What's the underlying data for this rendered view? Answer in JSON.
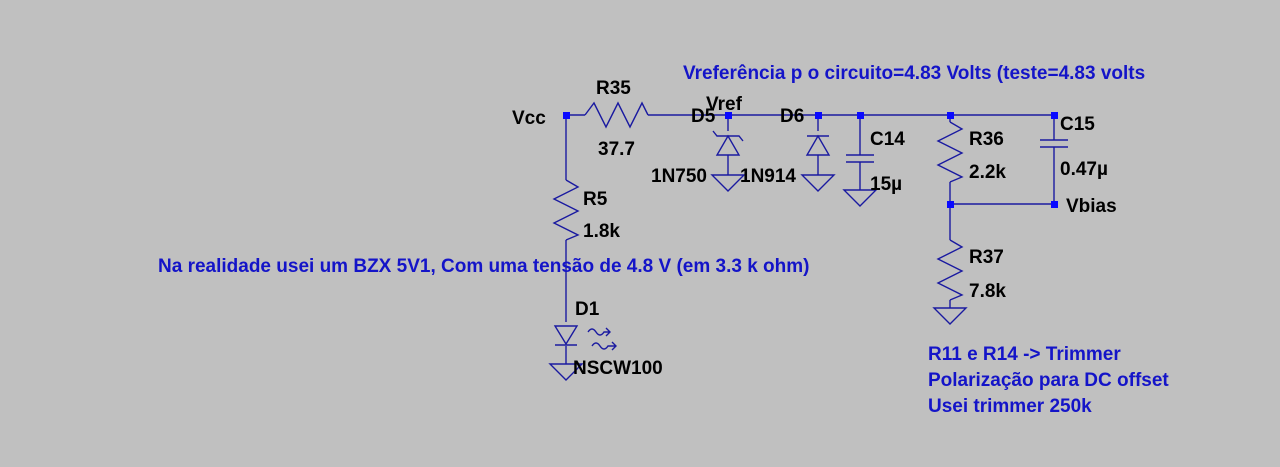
{
  "colors": {
    "background": "#c0c0c0",
    "wire": "#1a1aa0",
    "node": "#0a0aff",
    "label": "#000000",
    "comment": "#1414c8"
  },
  "nets": {
    "vcc": "Vcc",
    "vref": "Vref",
    "vbias": "Vbias"
  },
  "components": {
    "r35": {
      "name": "R35",
      "value": "37.7"
    },
    "r5": {
      "name": "R5",
      "value": "1.8k"
    },
    "d1": {
      "name": "D1",
      "value": "NSCW100"
    },
    "d5": {
      "name": "D5",
      "value": "1N750"
    },
    "d6": {
      "name": "D6",
      "value": "1N914"
    },
    "c14": {
      "name": "C14",
      "value": "15µ"
    },
    "r36": {
      "name": "R36",
      "value": "2.2k"
    },
    "c15": {
      "name": "C15",
      "value": "0.47µ"
    },
    "r37": {
      "name": "R37",
      "value": "7.8k"
    }
  },
  "comments": {
    "top": "Vreferência p o circuito=4.83 Volts (teste=4.83 volts",
    "middle": "Na realidade usei um BZX 5V1, Com uma tensão de 4.8 V (em 3.3 k ohm)",
    "trimmer_line1": "R11 e R14 -> Trimmer",
    "trimmer_line2": "Polarização para DC offset",
    "trimmer_line3": "Usei trimmer 250k"
  }
}
